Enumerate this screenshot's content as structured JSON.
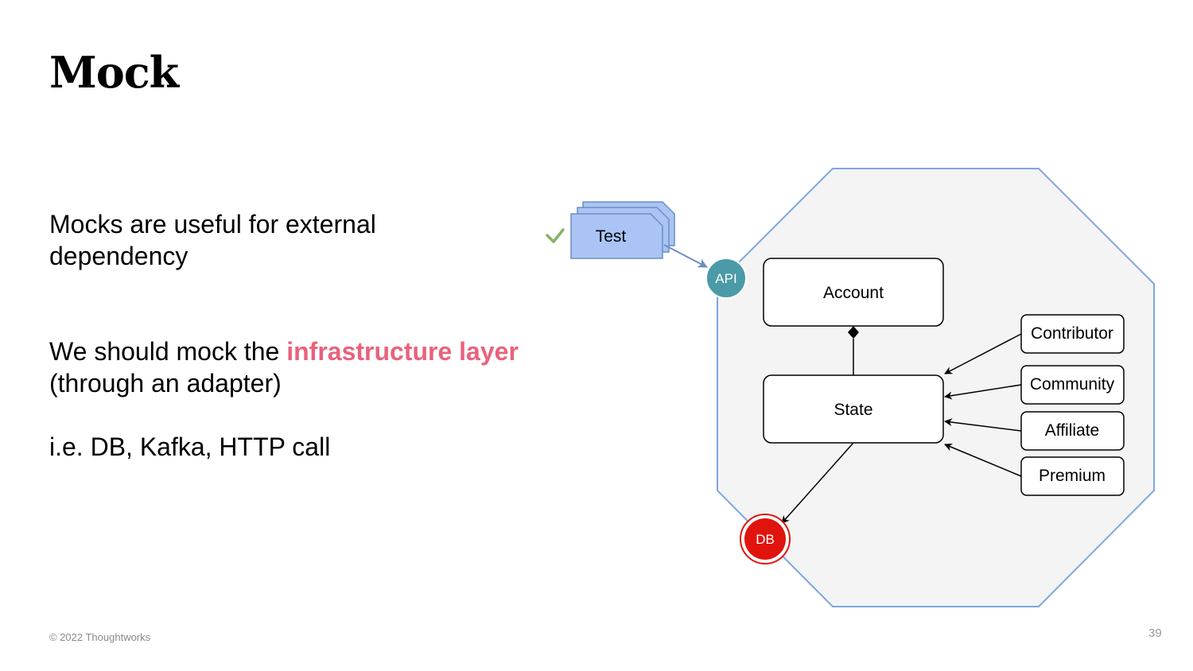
{
  "slide": {
    "title": "Mock",
    "paragraph1": "Mocks are useful for external dependency",
    "paragraph2_prefix": "We should mock the ",
    "paragraph2_highlight": "infrastructure layer",
    "paragraph2_suffix": "(through an adapter)",
    "paragraph3": "i.e. DB, Kafka, HTTP call",
    "footer": "© 2022 Thoughtworks",
    "page_number": "39"
  },
  "diagram": {
    "test_label": "Test",
    "check_icon": "check-icon",
    "api_label": "API",
    "db_label": "DB",
    "account_label": "Account",
    "state_label": "State",
    "subtypes": [
      "Contributor",
      "Community",
      "Affiliate",
      "Premium"
    ]
  },
  "colors": {
    "highlight": "#e8627d",
    "hexagon_fill": "#f4f4f4",
    "hexagon_stroke": "#7ea6e0",
    "test_fill": "#a9c4f5",
    "api_fill": "#4a9aa8",
    "db_fill": "#e0140d",
    "check": "#82b366"
  }
}
